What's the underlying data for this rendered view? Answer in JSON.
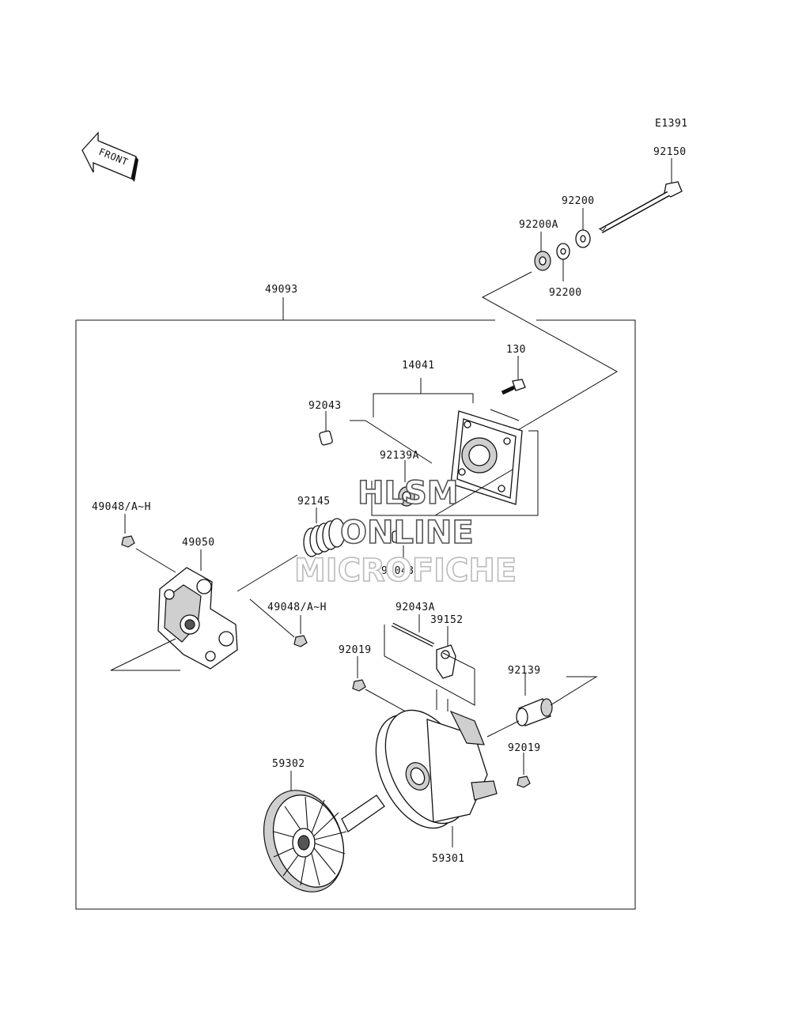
{
  "diagram_code": "E1391",
  "front_arrow_label": "FRONT",
  "watermark": {
    "line1": "HLSM",
    "line2": "ONLINE",
    "line3": "MICROFICHE"
  },
  "parts": {
    "p92150": "92150",
    "p92200_top": "92200",
    "p92200A": "92200A",
    "p92200_bottom": "92200",
    "p49093": "49093",
    "p130": "130",
    "p14041": "14041",
    "p92043_top": "92043",
    "p92139A": "92139A",
    "p92145": "92145",
    "p49048_left": "49048/A~H",
    "p49050": "49050",
    "p92043_mid": "92043",
    "p49048_right": "49048/A~H",
    "p92043A": "92043A",
    "p39152": "39152",
    "p92019_left": "92019",
    "p92139": "92139",
    "p92019_right": "92019",
    "p59302": "59302",
    "p59301": "59301"
  }
}
